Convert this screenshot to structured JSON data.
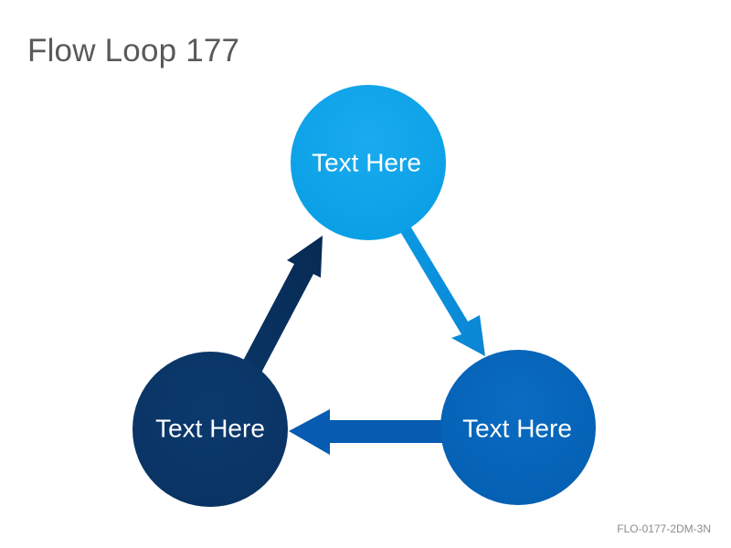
{
  "title": "Flow Loop 177",
  "footer_code": "FLO-0177-2DM-3N",
  "colors": {
    "top_node": "#0ba3ea",
    "right_node": "#0562b6",
    "left_node": "#0a3566",
    "title_text": "#595959"
  },
  "nodes": {
    "top": {
      "label": "Text Here"
    },
    "right": {
      "label": "Text Here"
    },
    "left": {
      "label": "Text Here"
    }
  }
}
